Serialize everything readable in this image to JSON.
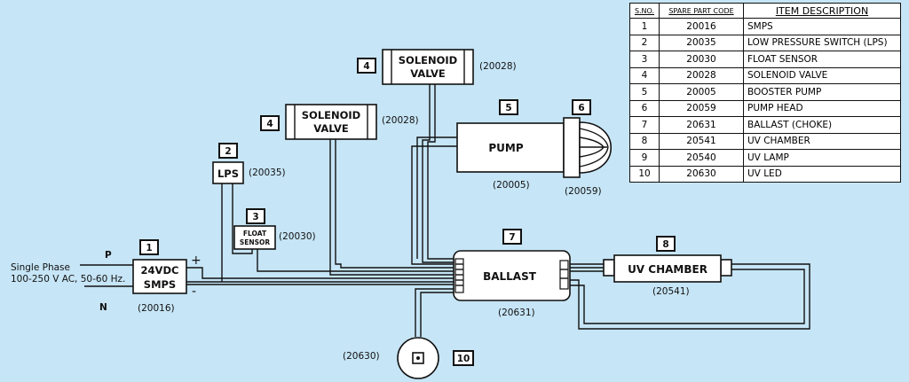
{
  "table": {
    "headers": [
      "S.NO.",
      "SPARE PART CODE",
      "ITEM DESCRIPTION"
    ],
    "rows": [
      {
        "no": "1",
        "code": "20016",
        "desc": "SMPS"
      },
      {
        "no": "2",
        "code": "20035",
        "desc": "LOW PRESSURE SWITCH (LPS)"
      },
      {
        "no": "3",
        "code": "20030",
        "desc": "FLOAT SENSOR"
      },
      {
        "no": "4",
        "code": "20028",
        "desc": "SOLENOID VALVE"
      },
      {
        "no": "5",
        "code": "20005",
        "desc": "BOOSTER PUMP"
      },
      {
        "no": "6",
        "code": "20059",
        "desc": "PUMP HEAD"
      },
      {
        "no": "7",
        "code": "20631",
        "desc": "BALLAST (CHOKE)"
      },
      {
        "no": "8",
        "code": "20541",
        "desc": "UV CHAMBER"
      },
      {
        "no": "9",
        "code": "20540",
        "desc": "UV LAMP"
      },
      {
        "no": "10",
        "code": "20630",
        "desc": "UV LED"
      }
    ]
  },
  "input": {
    "phase_p": "P",
    "phase_n": "N",
    "line1": "Single Phase",
    "line2": "100-250 V AC, 50-60 Hz.",
    "plus": "+",
    "minus": "-"
  },
  "components": {
    "smps": {
      "num": "1",
      "line1": "24VDC",
      "line2": "SMPS",
      "code": "(20016)"
    },
    "lps": {
      "num": "2",
      "label": "LPS",
      "code": "(20035)"
    },
    "float": {
      "num": "3",
      "line1": "FLOAT",
      "line2": "SENSOR",
      "code": "(20030)"
    },
    "valve_top": {
      "num": "4",
      "line1": "SOLENOID",
      "line2": "VALVE",
      "code": "(20028)"
    },
    "valve_mid": {
      "num": "4",
      "line1": "SOLENOID",
      "line2": "VALVE",
      "code": "(20028)"
    },
    "pump": {
      "num": "5",
      "label": "PUMP",
      "code": "(20005)"
    },
    "pump_head": {
      "num": "6",
      "code": "(20059)"
    },
    "ballast": {
      "num": "7",
      "label": "BALLAST",
      "code": "(20631)"
    },
    "uv_chamber": {
      "num": "8",
      "label": "UV CHAMBER",
      "code": "(20541)"
    },
    "uv_led": {
      "num": "10",
      "code": "(20630)"
    }
  }
}
